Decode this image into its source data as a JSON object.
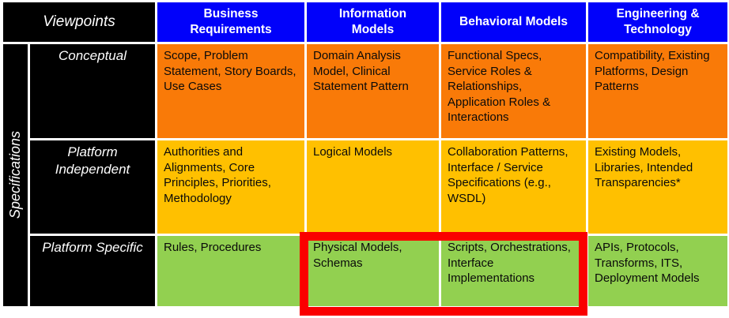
{
  "palette": {
    "header_bg": "#0101fa",
    "header_text": "#ffffff",
    "label_bg": "#000000",
    "label_text": "#ffffff",
    "row_conceptual_bg": "#f97a08",
    "row_platform_independent_bg": "#ffc000",
    "row_platform_specific_bg": "#92d050",
    "body_text": "#0a0a0a",
    "highlight_border": "#fa0000",
    "background": "#ffffff"
  },
  "matrix": {
    "corner_label": "Viewpoints",
    "side_label": "Specifications",
    "column_headers": [
      "Business Requirements",
      "Information Models",
      "Behavioral Models",
      "Engineering & Technology"
    ],
    "rows": [
      {
        "label": "Conceptual",
        "color": "#f97a08",
        "cells": [
          "Scope, Problem Statement, Story Boards, Use Cases",
          "Domain Analysis Model, Clinical Statement Pattern",
          "Functional Specs, Service Roles & Relationships, Application Roles & Interactions",
          "Compatibility, Existing Platforms, Design Patterns"
        ]
      },
      {
        "label": "Platform Independent",
        "color": "#ffc000",
        "cells": [
          "Authorities and Alignments,  Core Principles, Priorities, Methodology",
          "Logical Models",
          "Collaboration Patterns, Interface / Service Specifications  (e.g., WSDL)",
          "Existing Models, Libraries, Intended Transparencies*"
        ]
      },
      {
        "label": "Platform Specific",
        "color": "#92d050",
        "cells": [
          "Rules, Procedures",
          "Physical Models, Schemas",
          "Scripts, Orchestrations, Interface Implementations",
          "APIs, Protocols, Transforms, ITS, Deployment Models"
        ]
      }
    ],
    "highlight": {
      "color": "#fa0000",
      "row": "Platform Specific",
      "columns": [
        "Information Models",
        "Behavioral Models"
      ],
      "cells": [
        "Physical Models, Schemas",
        "Scripts, Orchestrations, Interface Implementations"
      ]
    }
  }
}
